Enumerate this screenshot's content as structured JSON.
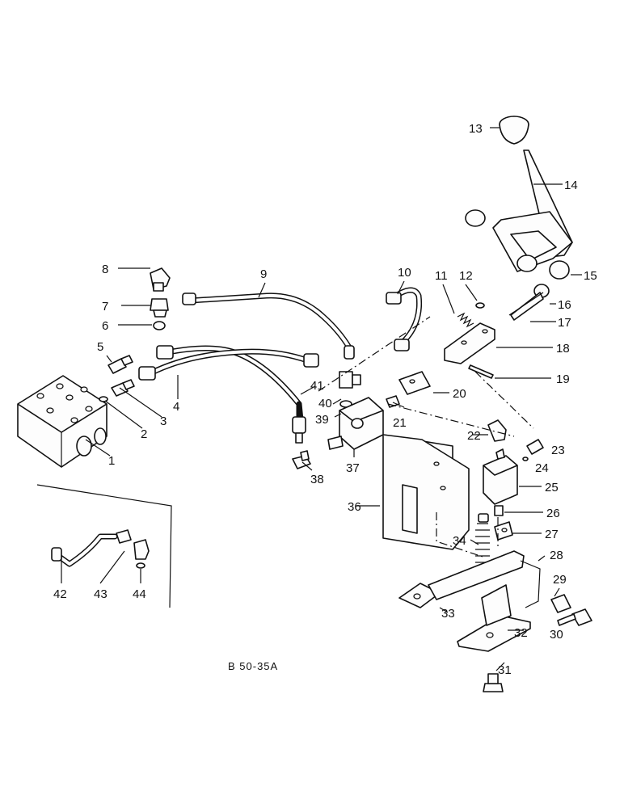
{
  "figure_ref": "B 50-35A",
  "callouts": [
    "1",
    "2",
    "3",
    "4",
    "5",
    "6",
    "7",
    "8",
    "9",
    "10",
    "11",
    "12",
    "13",
    "14",
    "15",
    "16",
    "17",
    "18",
    "19",
    "20",
    "21",
    "22",
    "23",
    "24",
    "25",
    "26",
    "27",
    "28",
    "29",
    "30",
    "31",
    "32",
    "33",
    "34",
    "36",
    "37",
    "38",
    "39",
    "40",
    "41",
    "42",
    "43",
    "44"
  ]
}
